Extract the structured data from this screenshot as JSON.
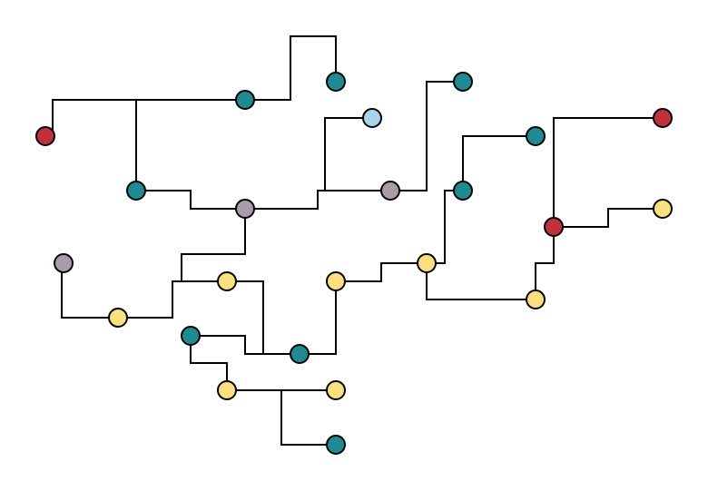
{
  "colors": {
    "background": "#ffffff",
    "edge": "#000000",
    "node_stroke": "#000000",
    "red": "#c0313c",
    "teal": "#1f8a91",
    "gray": "#a89ca8",
    "light_blue": "#a8d4ea",
    "yellow": "#fbe07f"
  },
  "node_kinds": {
    "red": "red",
    "teal": "teal",
    "gray": "gray",
    "lb": "light_blue",
    "yel": "yellow"
  }
}
